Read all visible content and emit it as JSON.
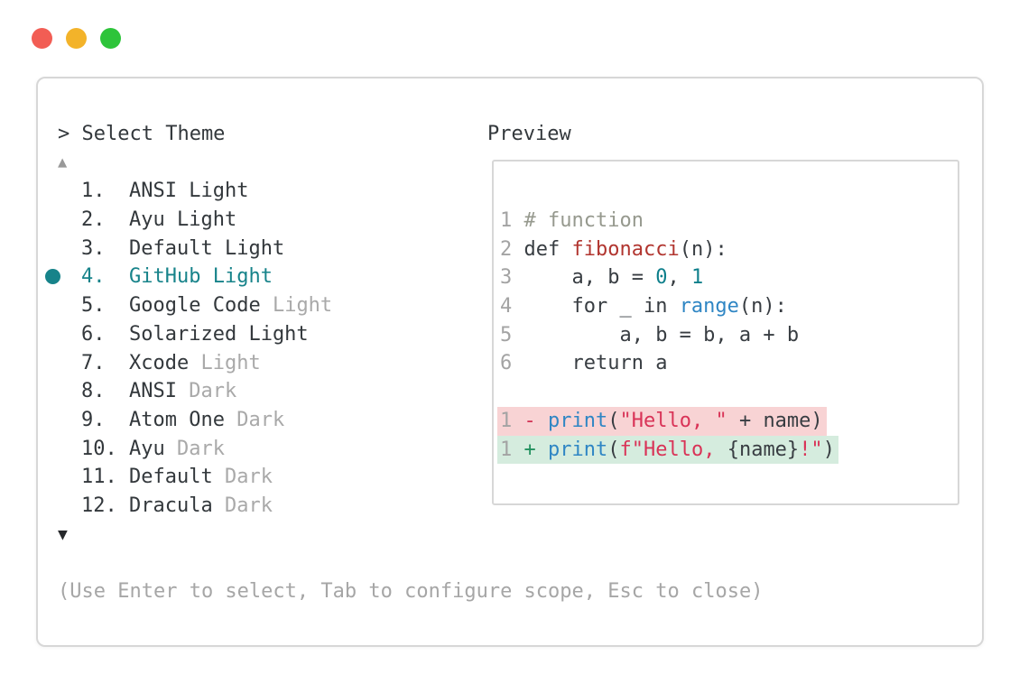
{
  "palette": {
    "text": "#33383c",
    "dim": "#a9a9a9",
    "selected": "#17838a",
    "footer": "#a6a6a6",
    "border": "#d7d7d7",
    "arrowup": "#999999",
    "arrowdown": "#26282b",
    "fg": "#383d42",
    "comment": "#96998e",
    "func": "#b1352f",
    "numlit": "#0e7f8b",
    "builtin": "#2f86c4",
    "string": "#d93357",
    "signremoved": "#d23355",
    "signadded": "#23915f",
    "linenum": "#a3a3a3",
    "removedbg": "#f8d3d4",
    "addedbg": "#d5ecde"
  },
  "window": {
    "traffic_lights": [
      {
        "name": "close",
        "color": "#f25d54"
      },
      {
        "name": "minimize",
        "color": "#f3b32a"
      },
      {
        "name": "zoom",
        "color": "#2dc43a"
      }
    ]
  },
  "dialog": {
    "title": "> Select Theme",
    "scroll_up": "▲",
    "scroll_down": "▼",
    "footer_hint": "(Use Enter to select, Tab to configure scope, Esc to close)",
    "themes": [
      {
        "number": "1",
        "name": "ANSI Light",
        "dim_suffix": "",
        "selected": false
      },
      {
        "number": "2",
        "name": "Ayu Light",
        "dim_suffix": "",
        "selected": false
      },
      {
        "number": "3",
        "name": "Default Light",
        "dim_suffix": "",
        "selected": false
      },
      {
        "number": "4",
        "name": "GitHub Light",
        "dim_suffix": "",
        "selected": true
      },
      {
        "number": "5",
        "name": "Google Code",
        "dim_suffix": "Light",
        "selected": false
      },
      {
        "number": "6",
        "name": "Solarized Light",
        "dim_suffix": "",
        "selected": false
      },
      {
        "number": "7",
        "name": "Xcode",
        "dim_suffix": "Light",
        "selected": false
      },
      {
        "number": "8",
        "name": "ANSI",
        "dim_suffix": "Dark",
        "selected": false
      },
      {
        "number": "9",
        "name": "Atom One",
        "dim_suffix": "Dark",
        "selected": false
      },
      {
        "number": "10",
        "name": "Ayu",
        "dim_suffix": "Dark",
        "selected": false
      },
      {
        "number": "11",
        "name": "Default",
        "dim_suffix": "Dark",
        "selected": false
      },
      {
        "number": "12",
        "name": "Dracula",
        "dim_suffix": "Dark",
        "selected": false
      }
    ]
  },
  "preview": {
    "title": "Preview",
    "lines": [
      {
        "num": "1",
        "tokens": [
          [
            "# function",
            "comment"
          ]
        ]
      },
      {
        "num": "2",
        "tokens": [
          [
            "def ",
            "fg"
          ],
          [
            "fibonacci",
            "func"
          ],
          [
            "(n):",
            "fg"
          ]
        ]
      },
      {
        "num": "3",
        "tokens": [
          [
            "    a, b = ",
            "fg"
          ],
          [
            "0",
            "numlit"
          ],
          [
            ", ",
            "fg"
          ],
          [
            "1",
            "numlit"
          ]
        ]
      },
      {
        "num": "4",
        "tokens": [
          [
            "    for _ in ",
            "fg"
          ],
          [
            "range",
            "builtin"
          ],
          [
            "(n):",
            "fg"
          ]
        ]
      },
      {
        "num": "5",
        "tokens": [
          [
            "        a, b = b, a + b",
            "fg"
          ]
        ]
      },
      {
        "num": "6",
        "tokens": [
          [
            "    return a",
            "fg"
          ]
        ]
      },
      {
        "blank": true
      },
      {
        "num": "1",
        "bg": "removed",
        "tokens": [
          [
            "- ",
            "signremoved"
          ],
          [
            "print",
            "builtin"
          ],
          [
            "(",
            "fg"
          ],
          [
            "\"Hello, \"",
            "string"
          ],
          [
            " + name)",
            "fg"
          ]
        ]
      },
      {
        "num": "1",
        "bg": "added",
        "tokens": [
          [
            "+ ",
            "signadded"
          ],
          [
            "print",
            "builtin"
          ],
          [
            "(",
            "fg"
          ],
          [
            "f\"Hello, ",
            "string"
          ],
          [
            "{name}",
            "fg"
          ],
          [
            "!\"",
            "string"
          ],
          [
            ")",
            "fg"
          ]
        ]
      }
    ]
  }
}
